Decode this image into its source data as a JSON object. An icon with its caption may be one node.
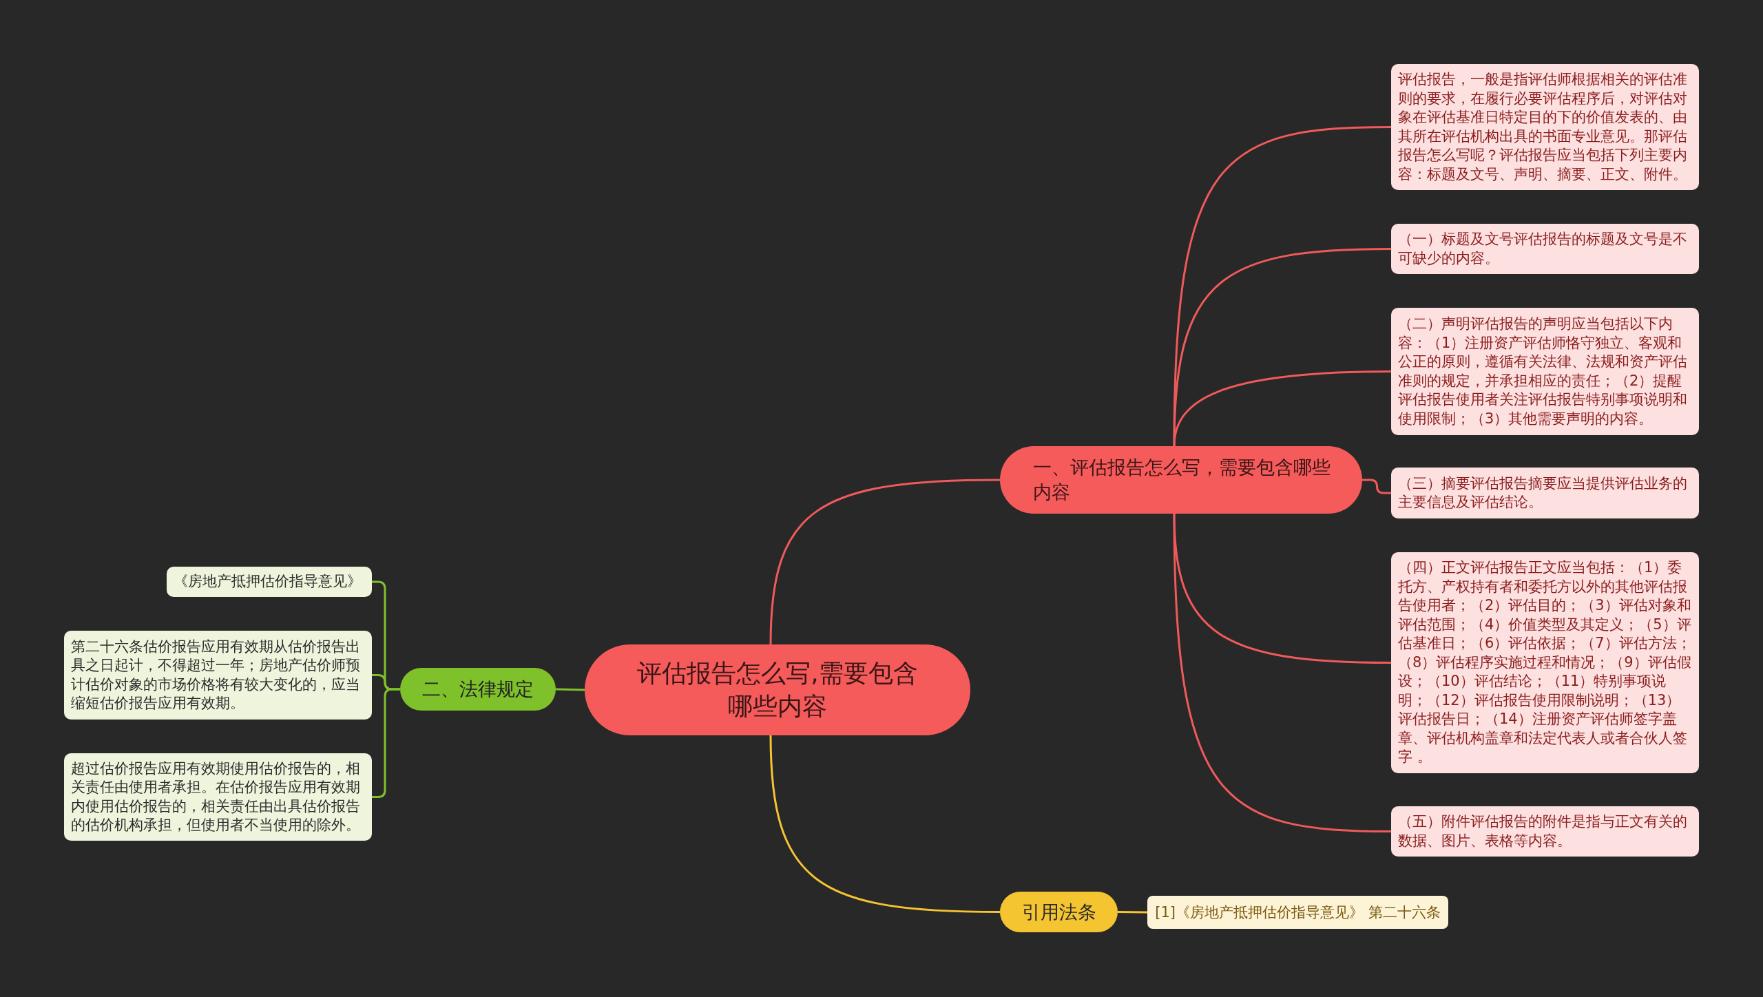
{
  "diagram": {
    "nodes": [
      {
        "text": [
          "评估报告怎么写,需要包含哪些内容"
        ]
      },
      {
        "text": [
          "一、评估报告怎么写，需要包含哪些内容"
        ]
      },
      {
        "text": [
          "评估报告，一般是指评估师根据相关的评估准则的要求，在履行必要评估程序后，对评估对象在评估基准日特定目的下的价值发表的、由其所在评估机构出具的书面专业意见。那评估报告怎么写呢？评估报告应当包括下列主要内容：标题及文号、声明、摘要、正文、附件。"
        ]
      },
      {
        "text": [
          "（一）标题及文号评估报告的标题及文号是不可缺少的内容。"
        ]
      },
      {
        "text": [
          "（二）声明评估报告的声明应当包括以下内容：（1）注册资产评估师恪守独立、客观和公正的原则，遵循有关法律、法规和资产评估准则的规定，并承担相应的责任；（2）提醒评估报告使用者关注评估报告特别事项说明和使用限制；（3）其他需要声明的内容。"
        ]
      },
      {
        "text": [
          "（三）摘要评估报告摘要应当提供评估业务的主要信息及评估结论。"
        ]
      },
      {
        "text": [
          "（四）正文评估报告正文应当包括：（1）委托方、产权持有者和委托方以外的其他评估报告使用者；（2）评估目的；（3）评估对象和评估范围；（4）价值类型及其定义；（5）评估基准日；（6）评估依据；（7）评估方法；（8）评估程序实施过程和情况；（9）评估假设；（10）评估结论；（11）特别事项说明；（12）评估报告使用限制说明；（13）评估报告日；（14）注册资产评估师签字盖章、评估机构盖章和法定代表人或者合伙人签字 。"
        ]
      },
      {
        "text": [
          "（五）附件评估报告的附件是指与正文有关的数据、图片、表格等内容。"
        ]
      },
      {
        "text": [
          "二、法律规定"
        ]
      },
      {
        "text": [
          "《房地产抵押估价指导意见》"
        ]
      },
      {
        "text": [
          "第二十六条估价报告应用有效期从估价报告出具之日起计，不得超过一年；房地产估价师预计估价对象的市场价格将有较大变化的，应当缩短估价报告应用有效期。"
        ]
      },
      {
        "text": [
          "超过估价报告应用有效期使用估价报告的，相关责任由使用者承担。在估价报告应用有效期内使用估价报告的，相关责任由出具估价报告的估价机构承担，但使用者不当使用的除外。"
        ]
      },
      {
        "text": [
          "引用法条"
        ]
      },
      {
        "text": [
          "[1]《房地产抵押估价指导意见》 第二十六条"
        ]
      }
    ],
    "edges": [
      {
        "from": 0,
        "to": 1,
        "arrow": "none"
      },
      {
        "from": 1,
        "to": 2,
        "arrow": "none"
      },
      {
        "from": 1,
        "to": 3,
        "arrow": "none"
      },
      {
        "from": 1,
        "to": 4,
        "arrow": "none"
      },
      {
        "from": 1,
        "to": 5,
        "arrow": "none"
      },
      {
        "from": 1,
        "to": 6,
        "arrow": "none"
      },
      {
        "from": 1,
        "to": 7,
        "arrow": "none"
      },
      {
        "from": 0,
        "to": 8,
        "arrow": "none",
        "color": "#7ec12a"
      },
      {
        "from": 8,
        "to": 9,
        "arrow": "none",
        "color": "#7ec12a"
      },
      {
        "from": 8,
        "to": 10,
        "arrow": "none",
        "color": "#7ec12a"
      },
      {
        "from": 8,
        "to": 11,
        "arrow": "none",
        "color": "#7ec12a"
      },
      {
        "from": 0,
        "to": 12,
        "arrow": "none",
        "color": "#f5c431"
      },
      {
        "from": 12,
        "to": 13,
        "arrow": "none",
        "color": "#f5c431"
      }
    ]
  }
}
